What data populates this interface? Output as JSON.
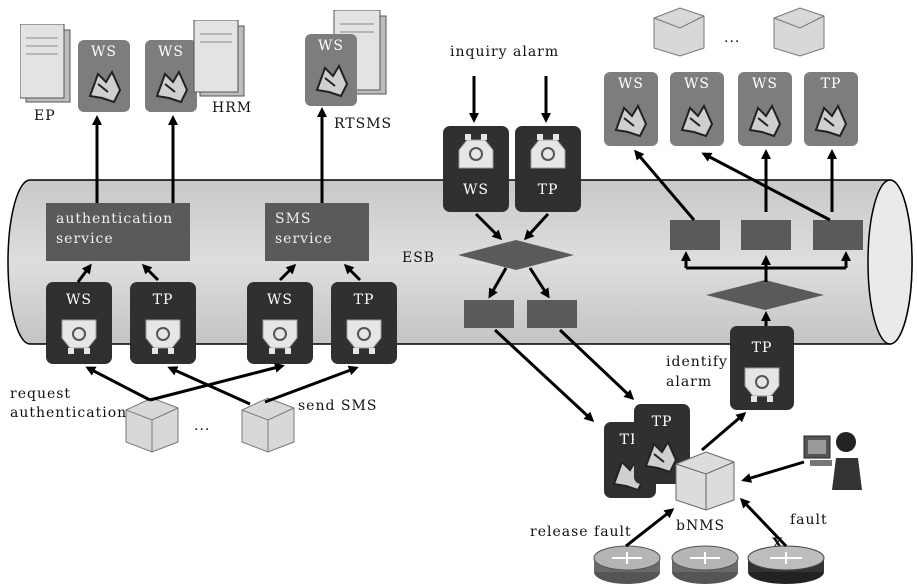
{
  "bus": {
    "label": "ESB"
  },
  "systems": {
    "ep": "EP",
    "hrm": "HRM",
    "rtsms": "RTSMS",
    "bnms": "bNMS"
  },
  "services": {
    "authentication_line1": "authentication",
    "authentication_line2": "service",
    "sms_line1": "SMS",
    "sms_line2": "service"
  },
  "component_labels": {
    "ws": "WS",
    "tp": "TP",
    "tp_short": "TP"
  },
  "annotations": {
    "request_line1": "request",
    "request_line2": "authentication",
    "send_sms": "send SMS",
    "inquiry_alarm": "inquiry alarm",
    "identify_line1": "identify",
    "identify_line2": "alarm",
    "release_fault": "release fault",
    "fault": "fault",
    "ellipsis": "...",
    "x_mark": "X"
  },
  "colors": {
    "bus_fill": "#d4d4d4",
    "component_dark": "#303030",
    "service_box": "#5a5a5a",
    "ws_gray": "#7d7d7d",
    "arrow": "#000000"
  },
  "icons": [
    "server-icon",
    "plug-connector-icon",
    "broken-puzzle-icon",
    "router-icon",
    "operator-person-icon"
  ]
}
